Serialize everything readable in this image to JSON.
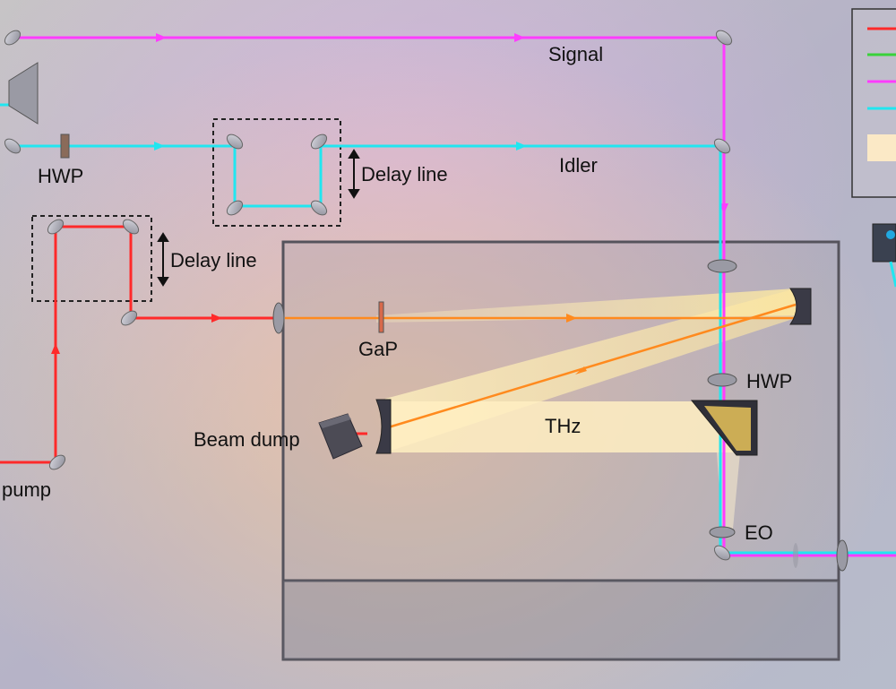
{
  "labels": {
    "signal": "Signal",
    "idler": "Idler",
    "hwp_top": "HWP",
    "delay_line_top": "Delay line",
    "delay_line_left": "Delay line",
    "gap": "GaP",
    "hwp_right": "HWP",
    "thz": "THz",
    "beam_dump": "Beam dump",
    "pump": "pump",
    "eo": "EO"
  },
  "colors": {
    "pump_beam": "#ff2a2a",
    "signal_beam": "#ff3cff",
    "idler_beam": "#21e6f0",
    "green_beam": "#39d23a",
    "thz_beam": "#ffe9a8",
    "background": "#bcbcc8",
    "chamber": "#7f7f8a"
  },
  "legend_swatch_colors": [
    "#ff2a2a",
    "#39d23a",
    "#ff3cff",
    "#21e6f0",
    "#fbe9c6"
  ],
  "icons": [
    "mirror-icon",
    "prism-icon",
    "parabolic-mirror-icon",
    "beam-dump-icon",
    "detector-icon"
  ]
}
